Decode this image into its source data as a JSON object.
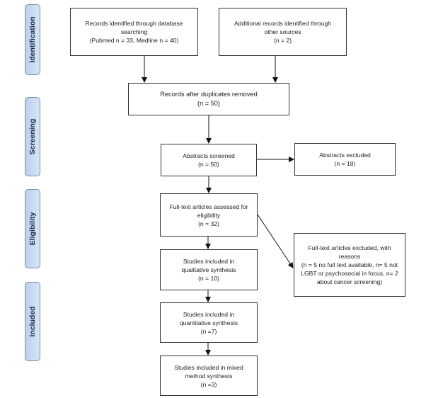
{
  "phases": {
    "identification": "Identification",
    "screening": "Screening",
    "eligibility": "Eligibility",
    "included": "Included"
  },
  "boxes": {
    "db_records": {
      "lines": [
        "Records identified through database",
        "searching",
        "(Pubmed n = 33, Medline n = 40)"
      ]
    },
    "other_records": {
      "lines": [
        "Additional records identified through",
        "other sources",
        "(n =  2)"
      ]
    },
    "after_duplicates": {
      "lines": [
        "Records after duplicates removed",
        "(n = 50)"
      ]
    },
    "abstracts_screened": {
      "lines": [
        "Abstracts screened",
        "(n = 50)"
      ]
    },
    "abstracts_excluded": {
      "lines": [
        "Abstracts excluded",
        "(n = 18)"
      ]
    },
    "fulltext_assessed": {
      "lines": [
        "Full-text articles assessed for",
        "eligibility",
        "(n = 32)"
      ]
    },
    "fulltext_excluded": {
      "lines": [
        "Full-text articles excluded, with",
        "reasons",
        "(n = 5 no full text available, n= 5 not",
        "LGBT or psychosocial in focus, n= 2",
        "about cancer screening)"
      ]
    },
    "qualitative": {
      "lines": [
        "Studies included in",
        "qualitative synthesis",
        "(n = 10)"
      ]
    },
    "quantitative": {
      "lines": [
        "Studies included in",
        "quantitative synthesis",
        "(n =7)"
      ]
    },
    "mixed": {
      "lines": [
        "Studies included in mixed",
        "method synthesis",
        "(n =3)"
      ]
    }
  }
}
